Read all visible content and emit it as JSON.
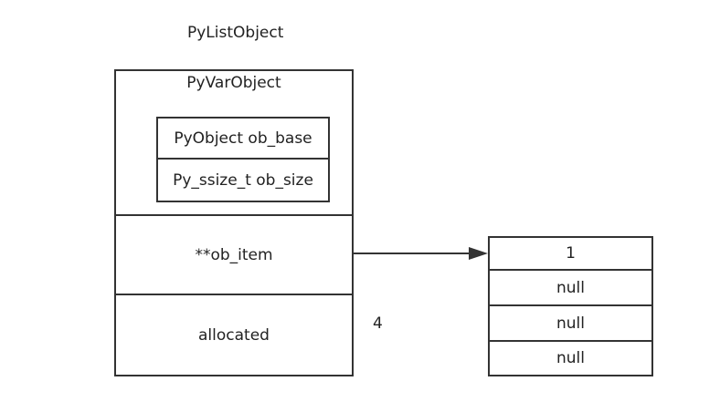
{
  "title": "PyListObject",
  "outer": {
    "header": "PyVarObject",
    "inner_fields": [
      "PyObject ob_base",
      "Py_ssize_t ob_size"
    ],
    "ob_item_label": "**ob_item",
    "allocated_label": "allocated"
  },
  "allocated_value": "4",
  "array": {
    "cells": [
      "1",
      "null",
      "null",
      "null"
    ]
  },
  "colors": {
    "stroke": "#333333",
    "text": "#222222",
    "background": "#ffffff"
  }
}
